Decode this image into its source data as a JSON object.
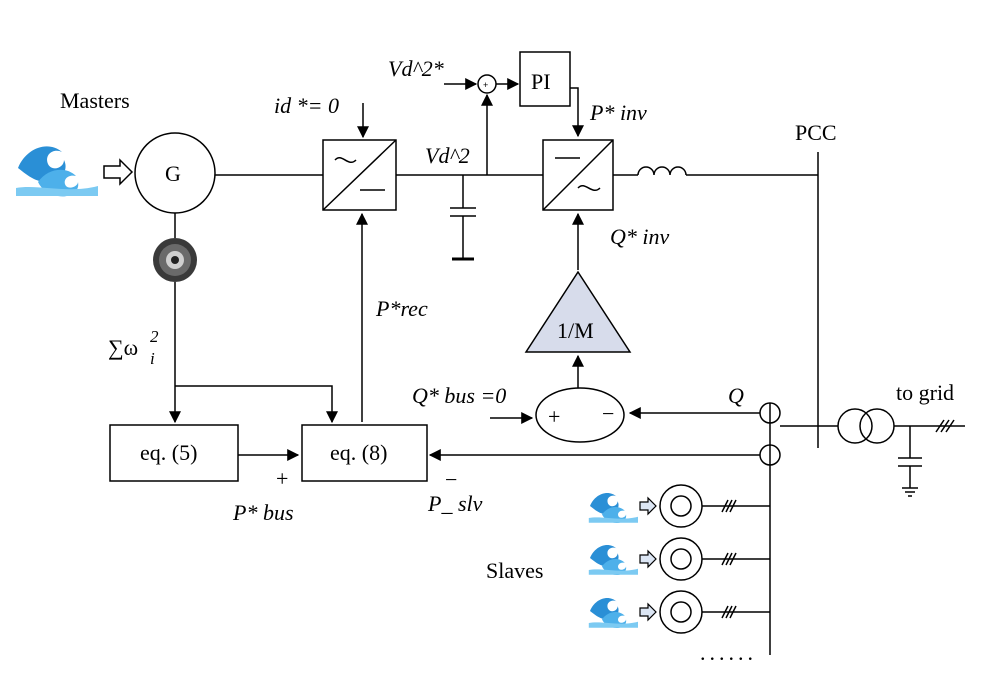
{
  "labels": {
    "masters": "Masters",
    "generator": "G",
    "id_ref": "id *= 0",
    "vd2_ref": "Vd^2*",
    "pi": "PI",
    "p_inv": "P* inv",
    "vd2": "Vd^2",
    "pcc": "PCC",
    "q_inv": "Q* inv",
    "p_rec": "P*rec",
    "sum_omega": "∑ω",
    "sum_omega_sup": "2",
    "sum_omega_sub": "i",
    "gain": "1/M",
    "q_bus": "Q* bus =0",
    "sum_plus": "+",
    "sum_minus": "−",
    "q": "Q",
    "to_grid": "to grid",
    "eq5": "eq. (5)",
    "eq8": "eq. (8)",
    "eq8_plus": "+",
    "eq8_minus": "−",
    "p_bus": "P* bus",
    "p_slv": "P_ slv",
    "slaves": "Slaves",
    "dots": "......"
  },
  "icons": [
    "wave-icon",
    "flywheel-icon",
    "inverter-icon",
    "inductor-icon",
    "capacitor-icon",
    "ground-icon",
    "transformer-icon",
    "current-sensor-icon"
  ],
  "colors": {
    "gain_fill": "#d7dceb",
    "wave_blue": "#2a8fd6",
    "flywheel": "#3a3a3a"
  }
}
